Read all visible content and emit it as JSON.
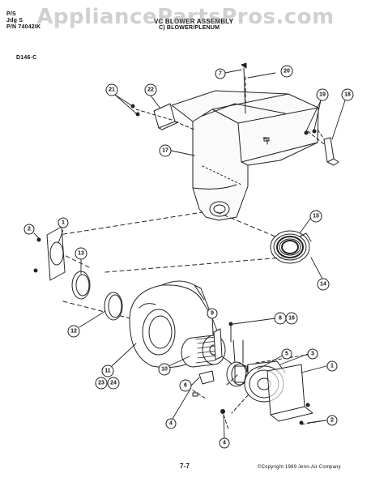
{
  "header": {
    "line1_left": "P/S",
    "line2_left": "Jdg S",
    "title": "VC BLOWER ASSEMBLY",
    "part_number": "P/N 74042IK",
    "section": "C) BLOWER/PLENUM",
    "diagram_code": "D146-C"
  },
  "watermark": "AppliancePartsPros.com",
  "footer": {
    "page": "7-7",
    "copyright": "Copyright 1989 Jenn-Air Company"
  },
  "callouts": {
    "c1a": "1",
    "c1b": "1",
    "c2a": "2",
    "c2b": "2",
    "c3": "3",
    "c4a": "4",
    "c4b": "4",
    "c5": "5",
    "c6": "6",
    "c7": "7",
    "c8": "8",
    "c16": "16",
    "c9": "9",
    "c10": "10",
    "c11": "11",
    "c23": "23",
    "c24": "24",
    "c12": "12",
    "c13": "13",
    "c14": "14",
    "c15": "15",
    "c17": "17",
    "c18": "18",
    "c19": "19",
    "c20": "20",
    "c21": "21",
    "c22": "22"
  }
}
